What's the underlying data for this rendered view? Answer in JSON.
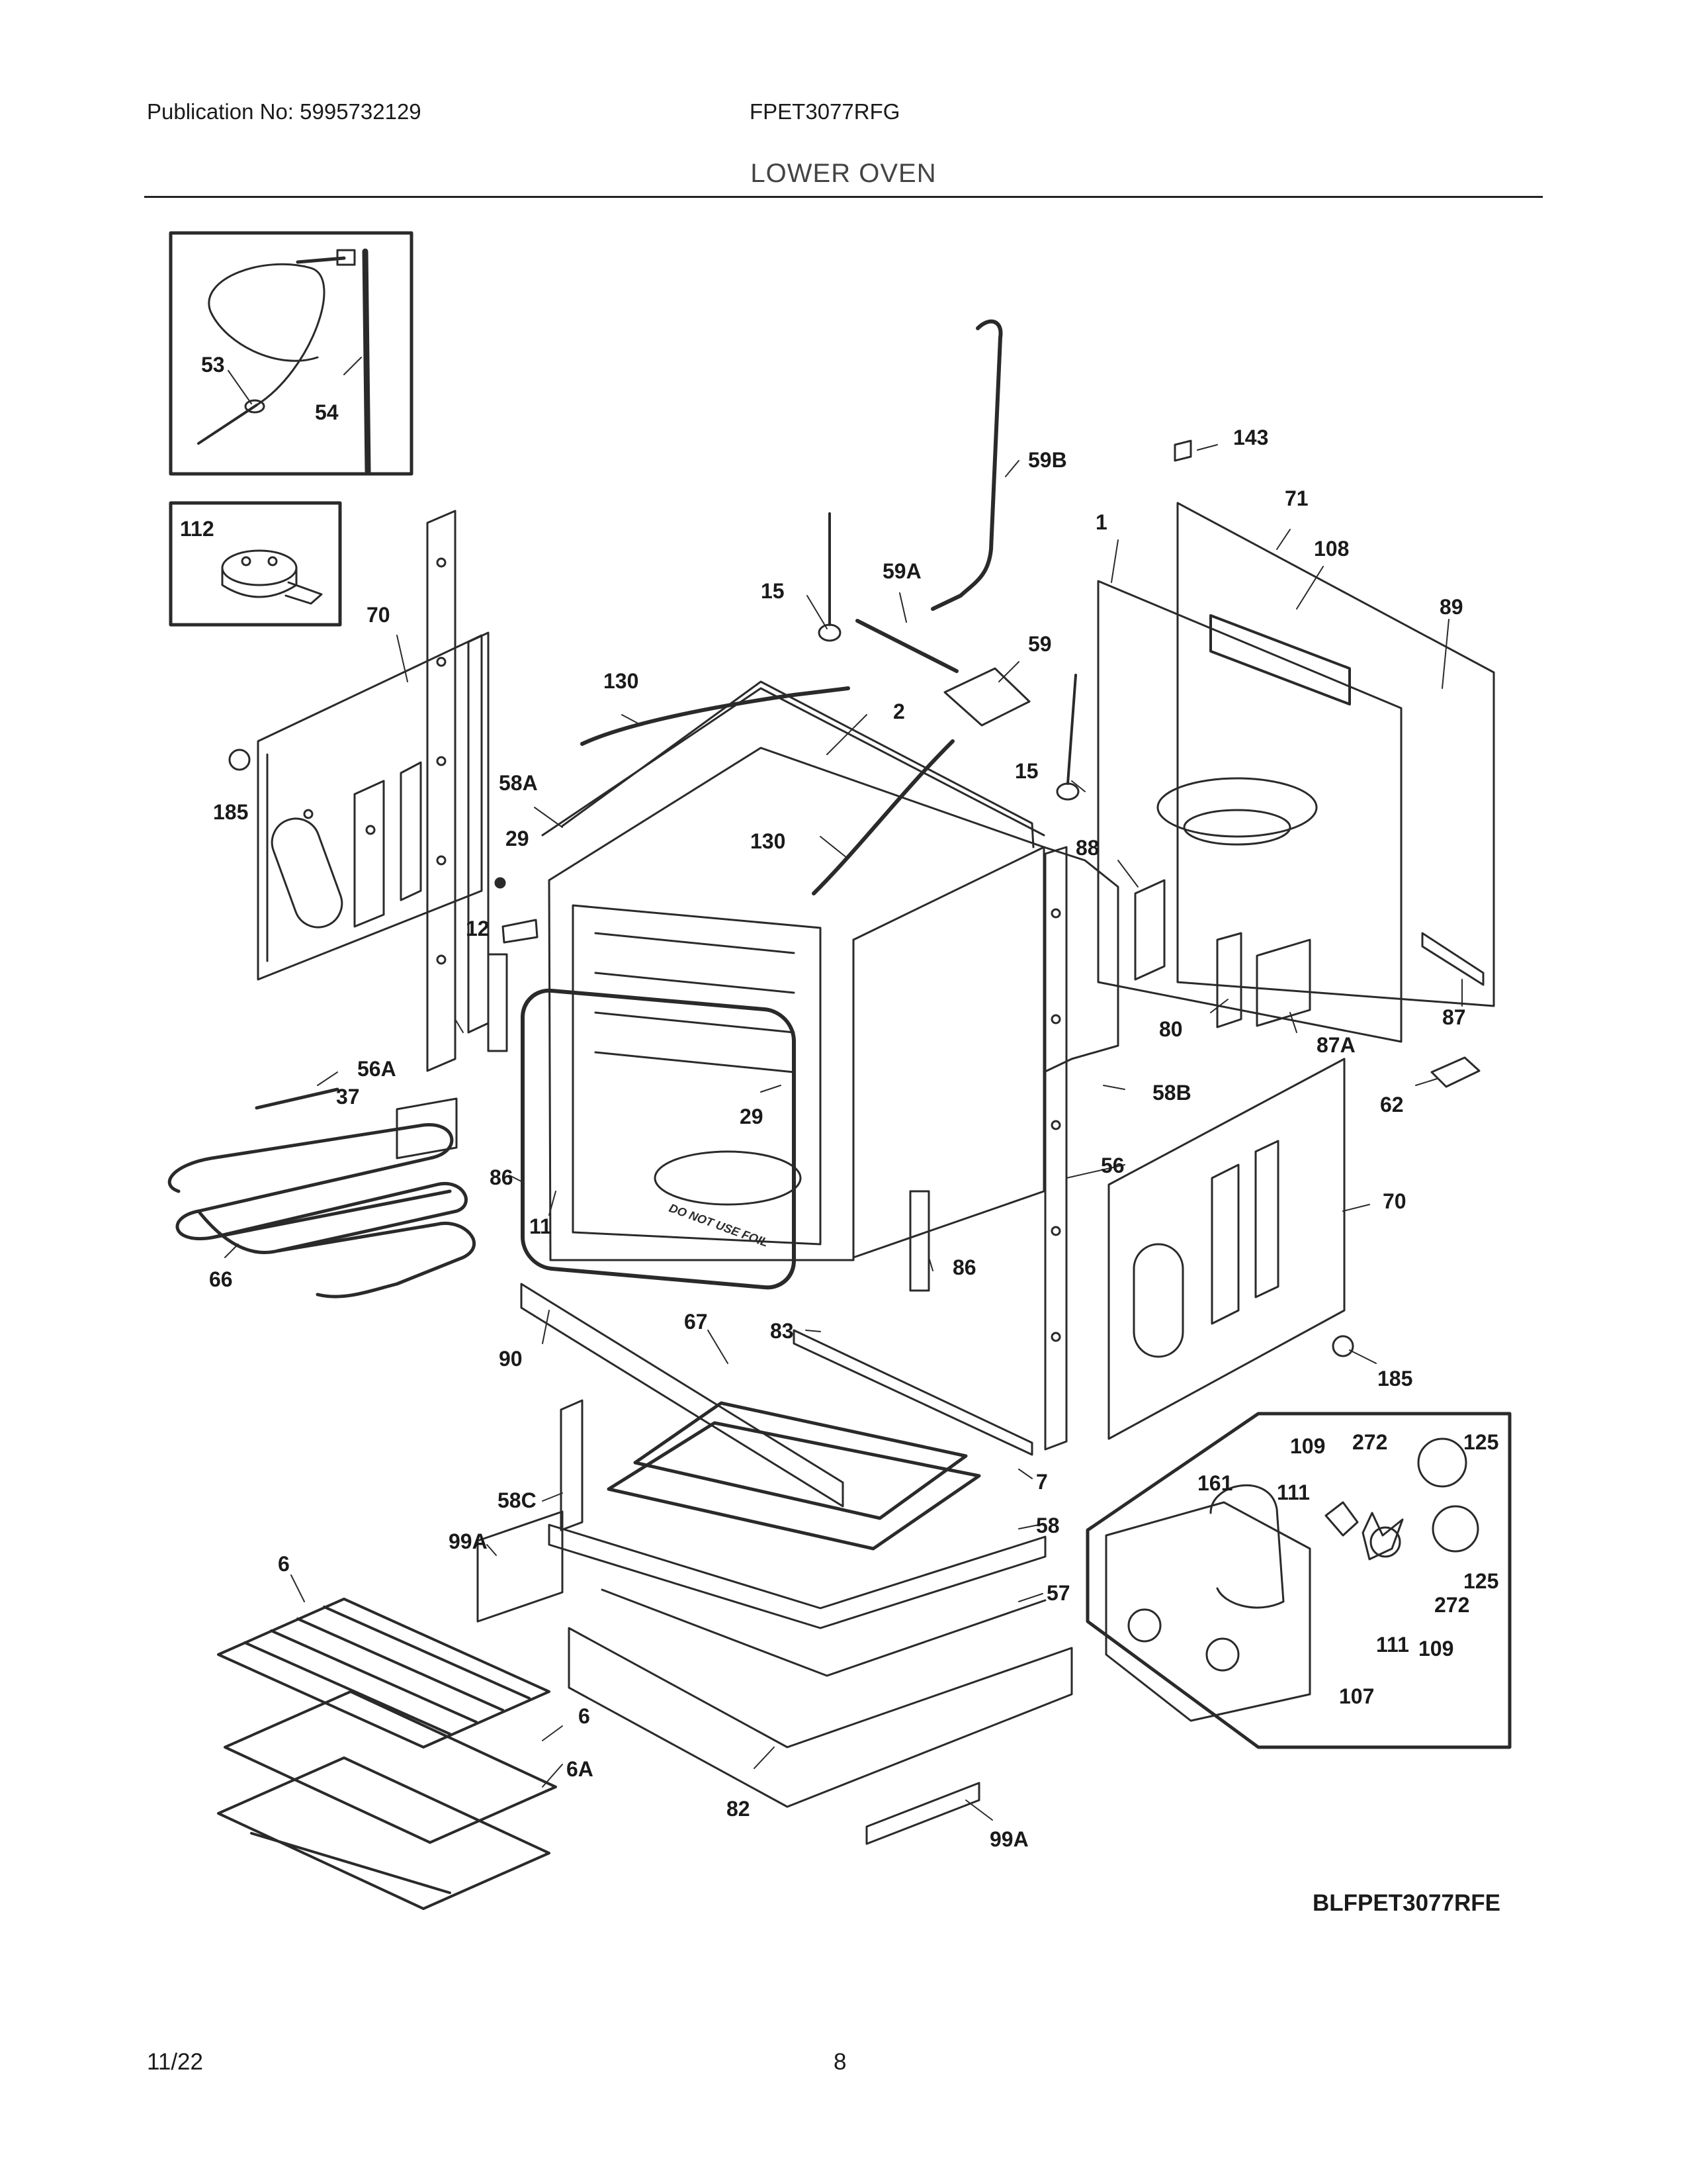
{
  "header": {
    "publication": "Publication No: 5995732129",
    "model": "FPET3077RFG",
    "section_title": "LOWER OVEN"
  },
  "diagram": {
    "foil_warning": "DO NOT USE FOIL",
    "code": "BLFPET3077RFE",
    "callouts": [
      "53",
      "54",
      "112",
      "70",
      "185",
      "59B",
      "143",
      "71",
      "1",
      "108",
      "89",
      "15",
      "59A",
      "59",
      "130",
      "2",
      "15",
      "58A",
      "29",
      "130",
      "88",
      "12",
      "80",
      "87A",
      "87",
      "56A",
      "37",
      "29",
      "58B",
      "62",
      "86",
      "11",
      "56",
      "70",
      "66",
      "86",
      "67",
      "83",
      "90",
      "185",
      "109",
      "272",
      "125",
      "161",
      "111",
      "7",
      "58C",
      "58",
      "99A",
      "125",
      "6",
      "272",
      "57",
      "111",
      "109",
      "6",
      "107",
      "6A",
      "82",
      "99A"
    ]
  },
  "footer": {
    "date": "11/22",
    "page": "8"
  }
}
